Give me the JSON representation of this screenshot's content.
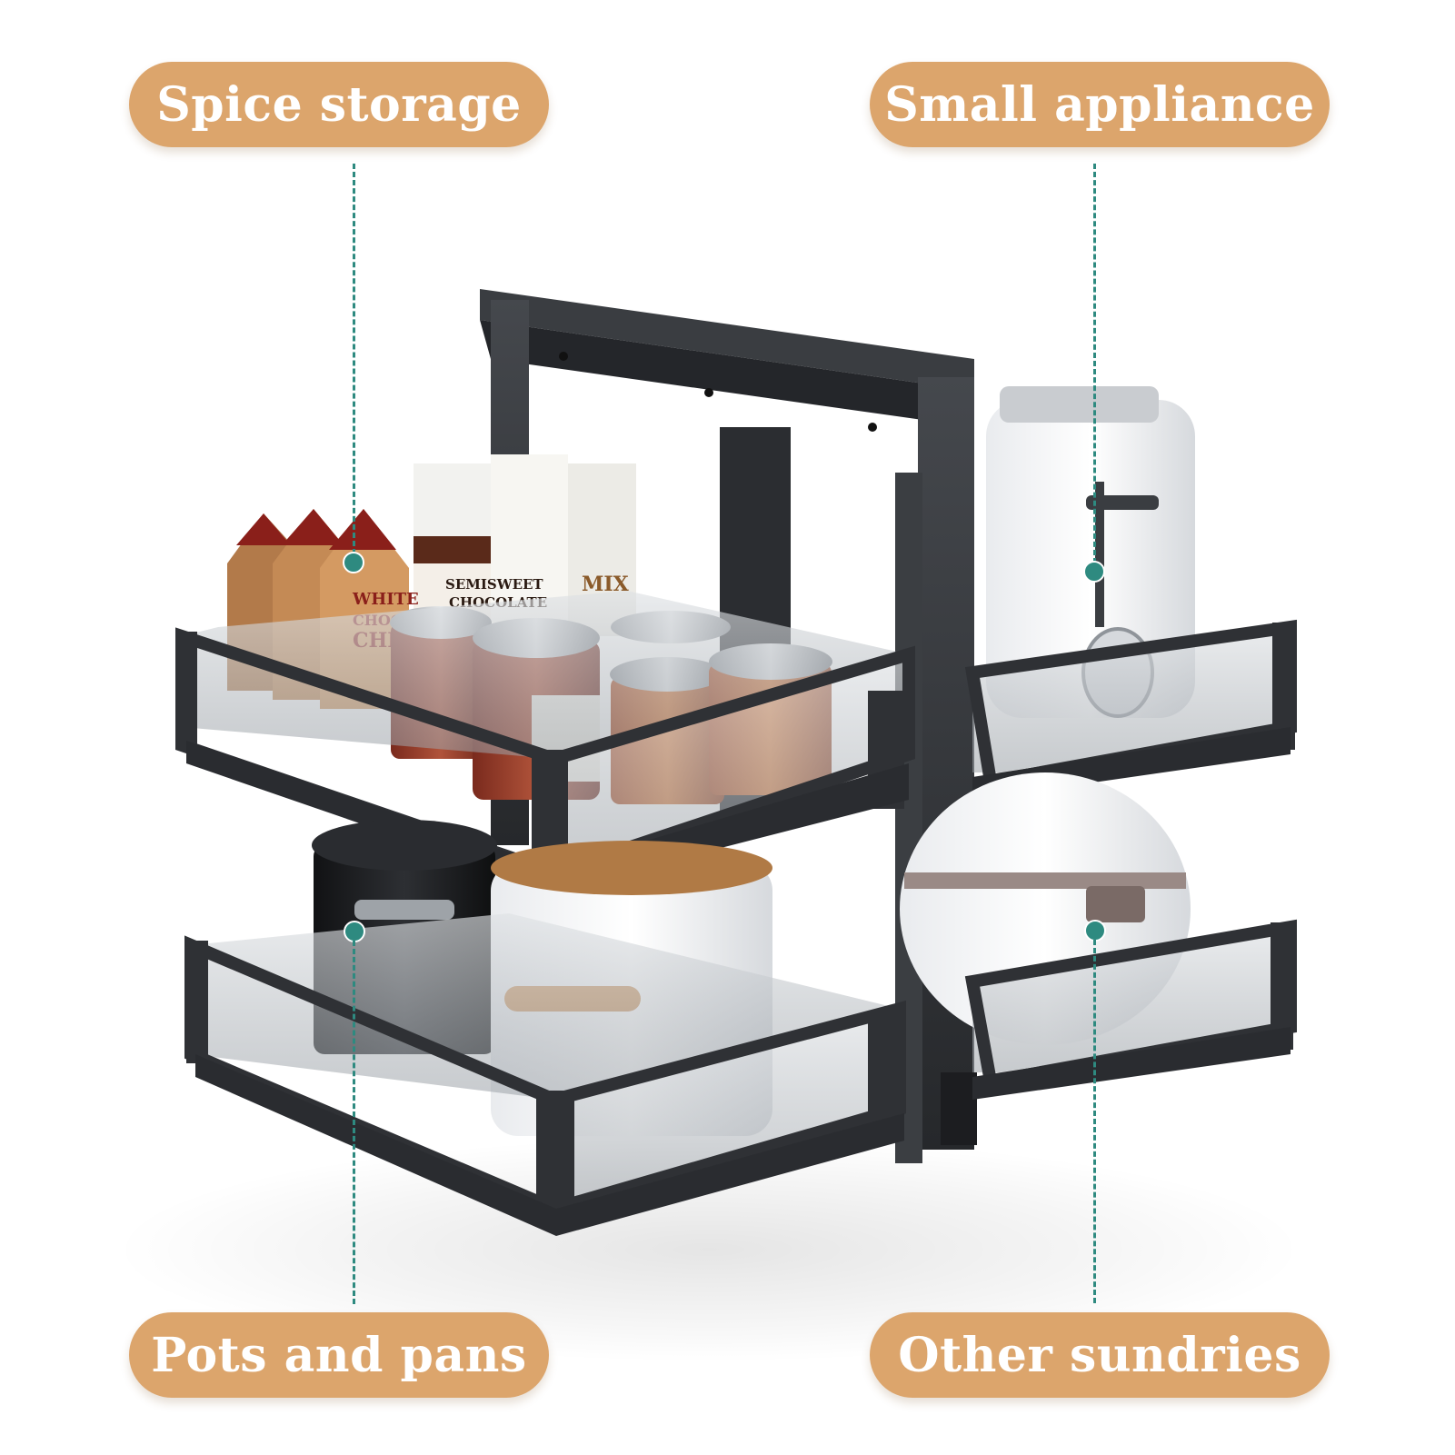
{
  "labels": {
    "spice_storage": "Spice storage",
    "small_appliance": "Small appliance",
    "pots_and_pans": "Pots and pans",
    "other_sundries": "Other sundries"
  },
  "product_text": {
    "box_1": "WHITE CHOC CHI",
    "box_2": "SEMISWEET CHOCOLATE",
    "box_3": "MIX"
  },
  "colors": {
    "pill": "#dca56c",
    "guide": "#2e8a80",
    "frame": "#2f3135",
    "glass": "#c8ccd0"
  }
}
